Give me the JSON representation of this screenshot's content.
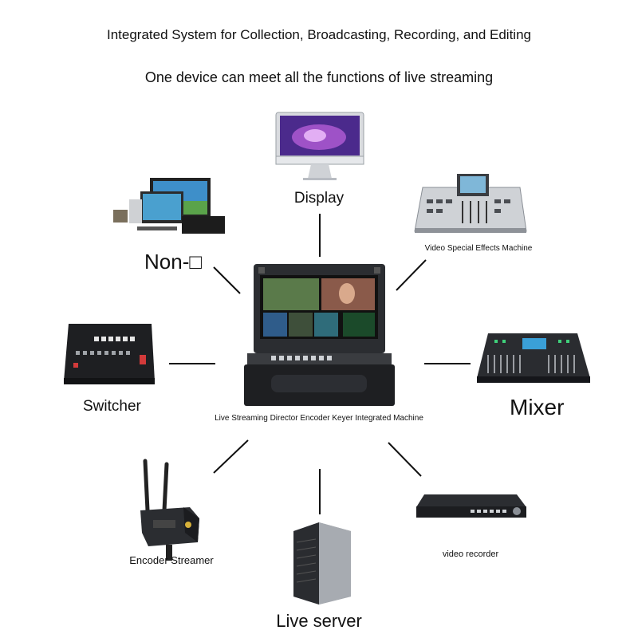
{
  "header": {
    "title": "Integrated System for Collection, Broadcasting, Recording, and Editing",
    "subtitle": "One device can meet all the functions of live streaming"
  },
  "center": {
    "label": "Live Streaming Director Encoder Keyer Integrated Machine"
  },
  "nodes": {
    "display": "Display",
    "video_effects": "Video Special Effects Machine",
    "non_linear": "Non-□",
    "switcher": "Switcher",
    "mixer": "Mixer",
    "encoder": "Encoder Streamer",
    "recorder": "video recorder",
    "server": "Live server"
  },
  "colors": {
    "connector": "#111111",
    "device_dark": "#1e1f22",
    "device_light": "#c9ccd1"
  }
}
